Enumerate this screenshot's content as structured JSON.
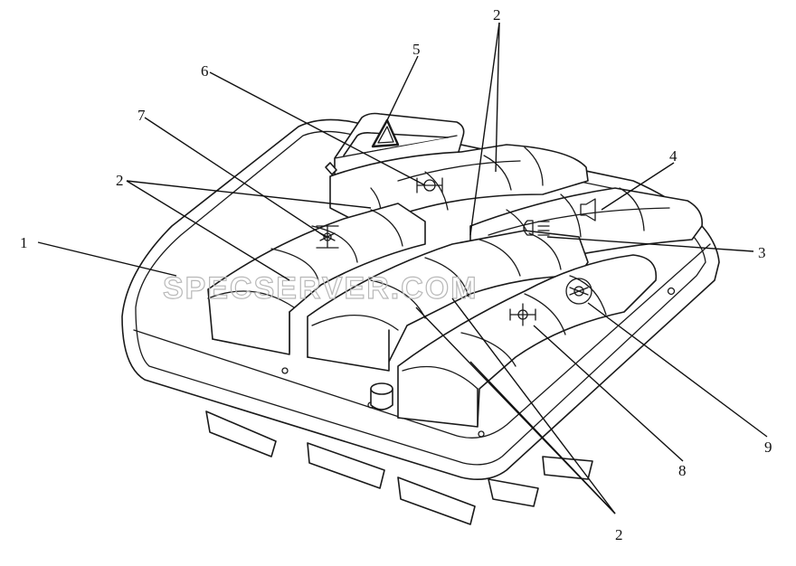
{
  "watermark": "SPECSERVER.COM",
  "callouts": [
    {
      "id": "c1",
      "text": "1"
    },
    {
      "id": "c2a",
      "text": "2"
    },
    {
      "id": "c2b",
      "text": "2"
    },
    {
      "id": "c2c",
      "text": "2"
    },
    {
      "id": "c3",
      "text": "3"
    },
    {
      "id": "c4",
      "text": "4"
    },
    {
      "id": "c5",
      "text": "5"
    },
    {
      "id": "c6",
      "text": "6"
    },
    {
      "id": "c7",
      "text": "7"
    },
    {
      "id": "c8",
      "text": "8"
    },
    {
      "id": "c9",
      "text": "9"
    }
  ],
  "icons": [
    "hazard-triangle-icon",
    "axle-lock-icon",
    "diff-lock-icon",
    "fog-lamp-icon",
    "horn-icon",
    "axle-diff-icon",
    "wheel-diff-icon"
  ]
}
